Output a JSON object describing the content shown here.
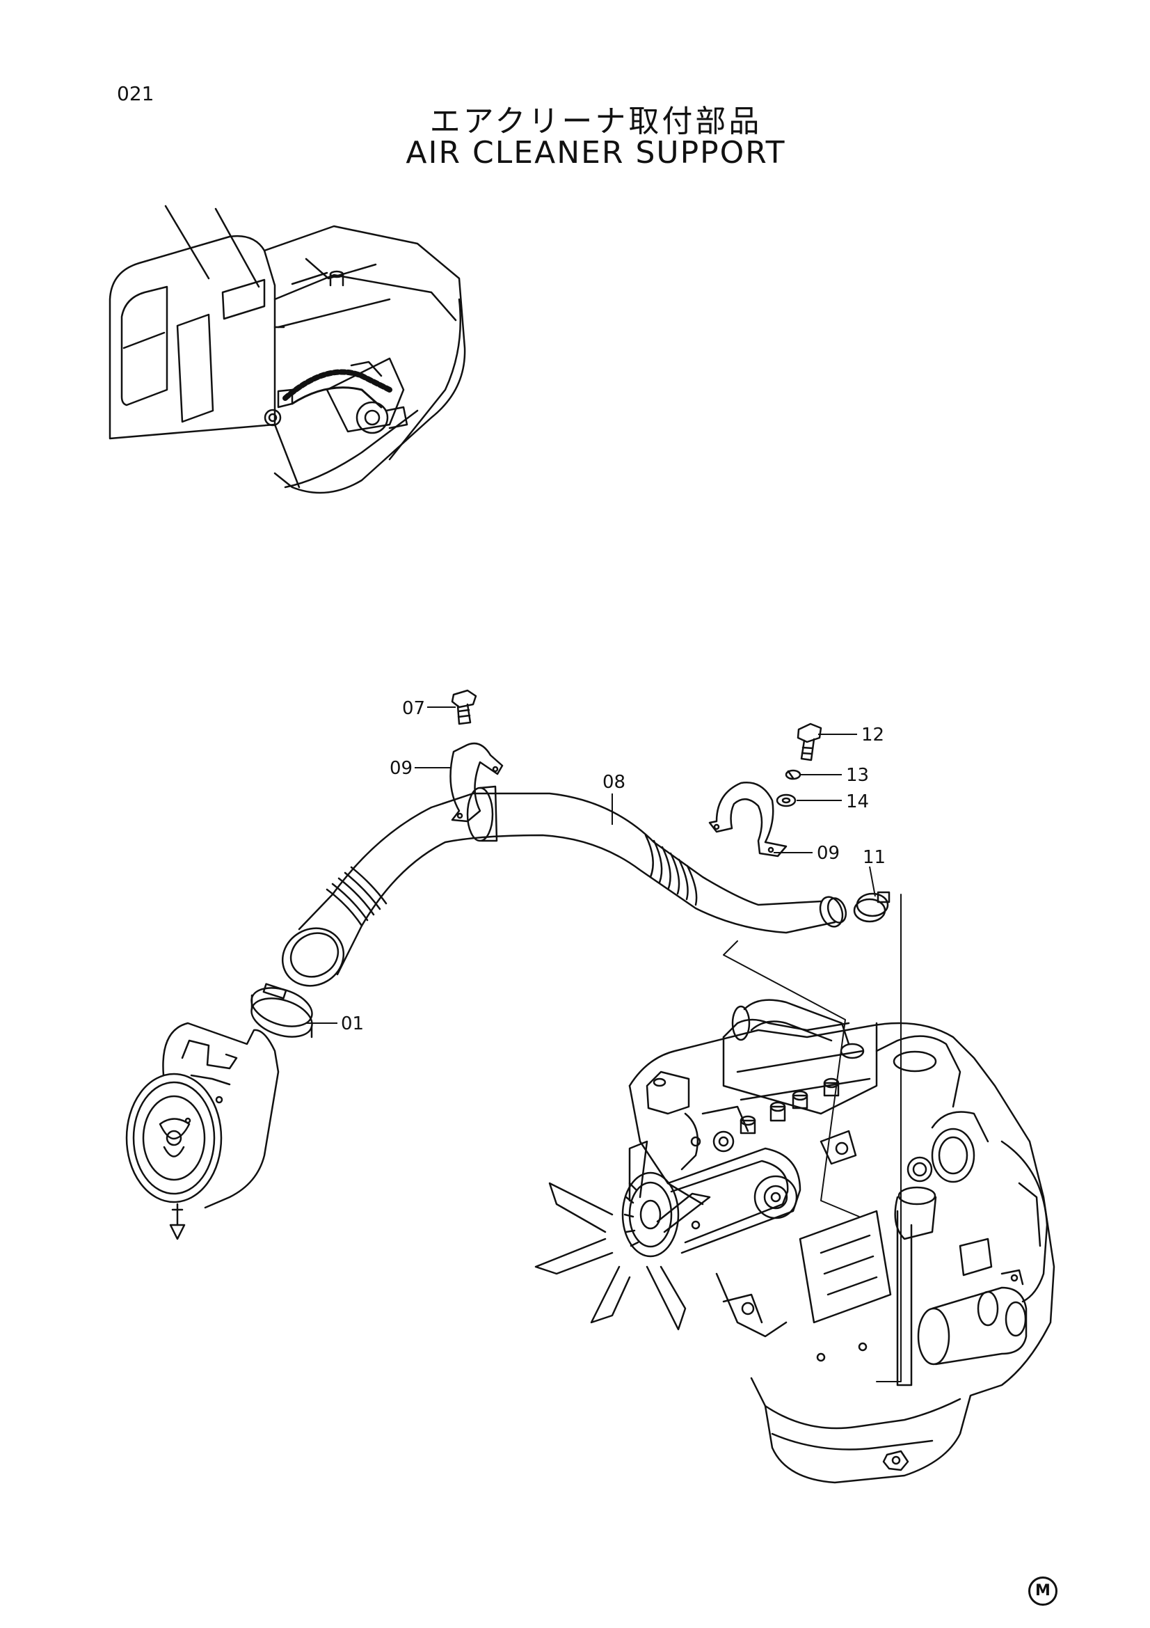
{
  "header": {
    "page_number": "021",
    "title_japanese": "エアクリーナ取付部品",
    "title_english": "AIR CLEANER SUPPORT"
  },
  "callouts": {
    "c07": "07",
    "c09a": "09",
    "c08": "08",
    "c12": "12",
    "c13": "13",
    "c14": "14",
    "c09b": "09",
    "c11": "11",
    "c01": "01"
  },
  "footer": {
    "mark": "M"
  }
}
